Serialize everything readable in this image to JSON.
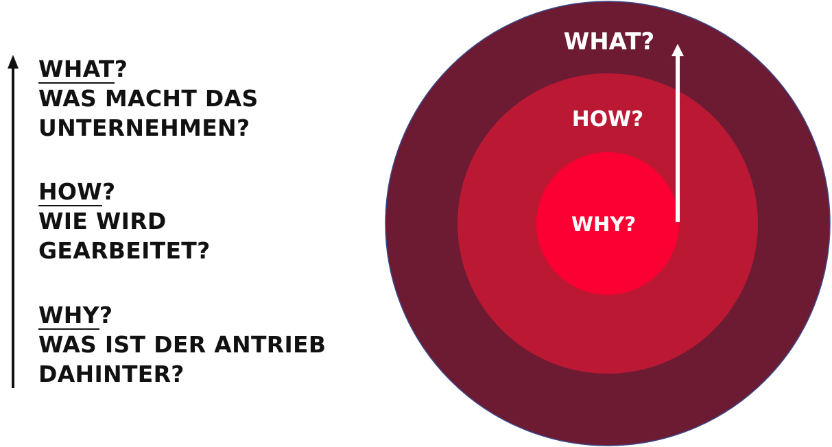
{
  "left_text": {
    "what": {
      "heading_word": "WHAT",
      "heading_suffix": "?",
      "lines": [
        "WAS MACHT DAS",
        "UNTERNEHMEN?"
      ]
    },
    "how": {
      "heading_word": "HOW",
      "heading_suffix": "?",
      "lines": [
        "WIE WIRD",
        "GEARBEITET?"
      ]
    },
    "why": {
      "heading_word": "WHY",
      "heading_suffix": "?",
      "lines": [
        "WAS IST DER ANTRIEB",
        "DAHINTER?"
      ]
    }
  },
  "circle_labels": {
    "outer": "WHAT?",
    "middle": "HOW?",
    "inner": "WHY?"
  },
  "colors": {
    "outer_circle": "#6d1a33",
    "middle_circle": "#bb1834",
    "inner_circle": "#fb0032",
    "outer_stroke": "#3a4a8a",
    "text_dark": "#111111",
    "label_light": "#ffffff"
  }
}
